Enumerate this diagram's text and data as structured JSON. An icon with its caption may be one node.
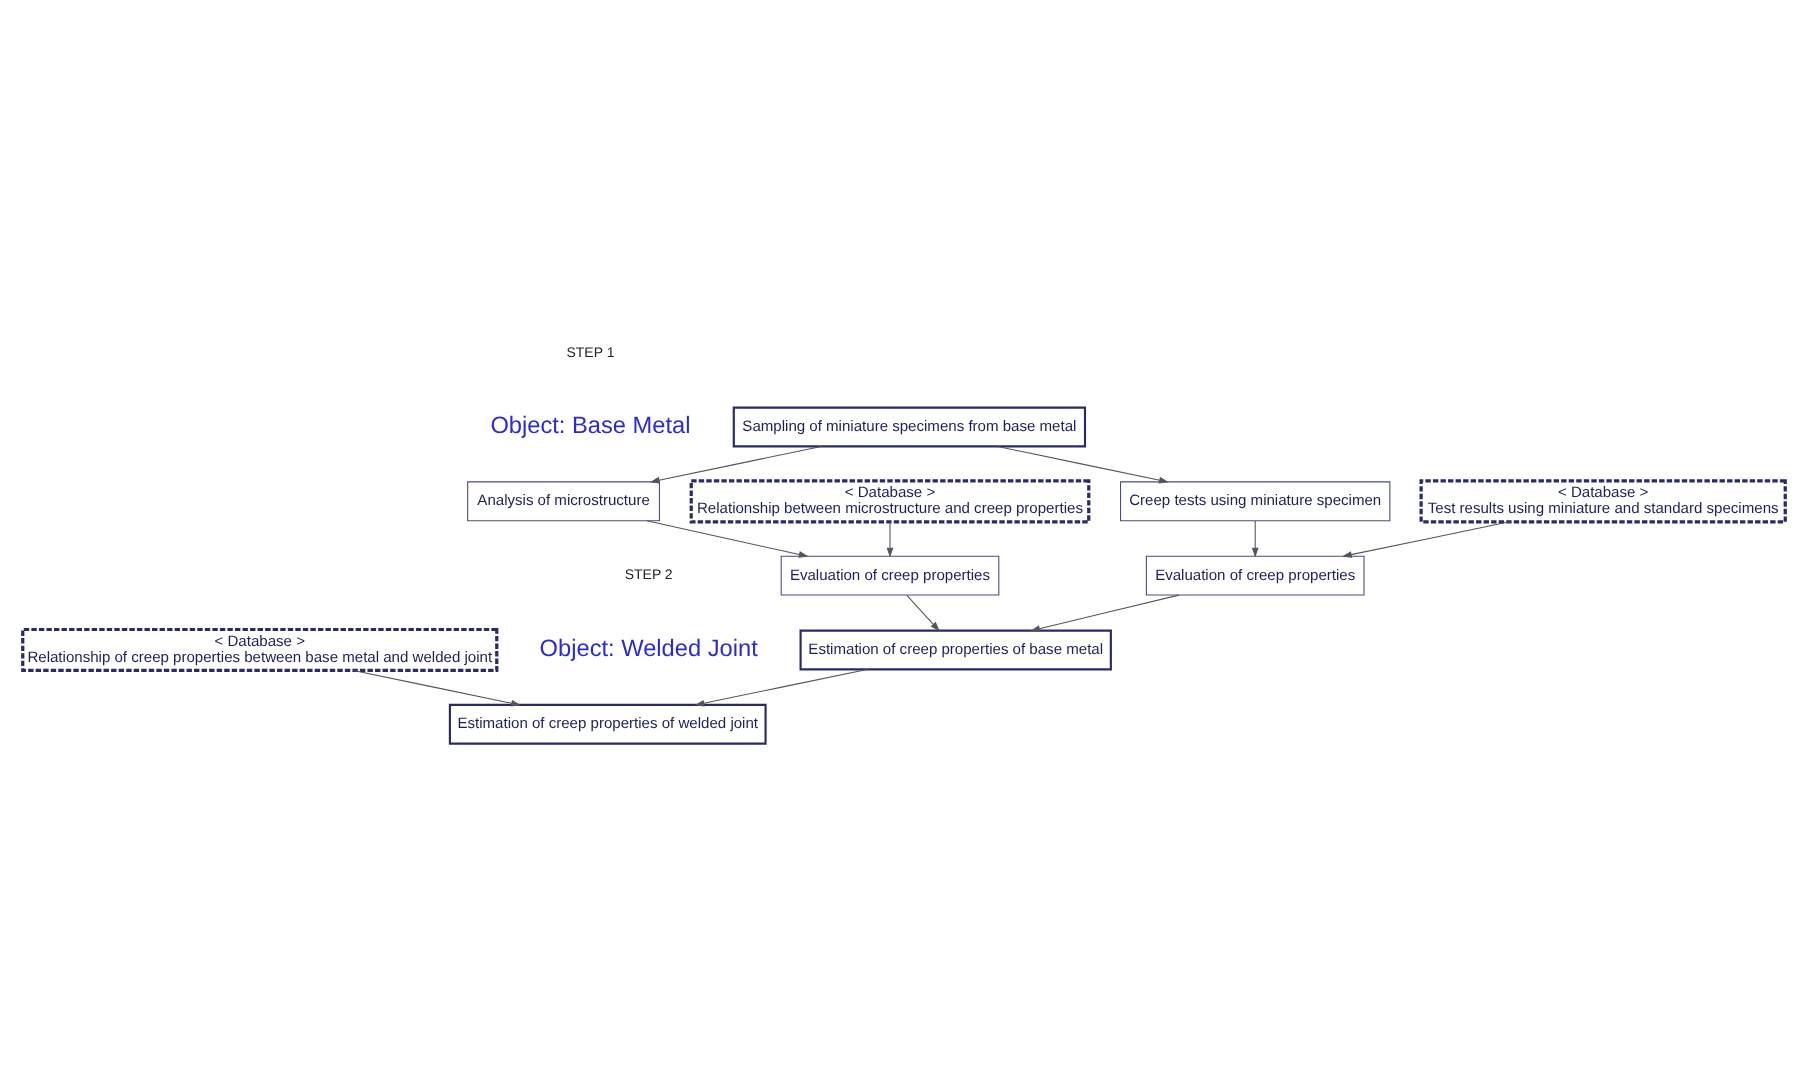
{
  "diagram": {
    "nodes": [
      {
        "text": [
          "Sampling of miniature specimens from base metal"
        ]
      },
      {
        "text": [
          "Analysis of microstructure"
        ]
      },
      {
        "text": [
          "Creep tests using miniature specimen"
        ]
      },
      {
        "text": [
          "< Database >",
          "Relationship between microstructure and creep properties"
        ]
      },
      {
        "text": [
          "< Database >",
          "Test results using miniature and standard specimens"
        ]
      },
      {
        "text": [
          "Evaluation of creep properties"
        ]
      },
      {
        "text": [
          "Evaluation of creep properties"
        ]
      },
      {
        "text": [
          "Estimation of creep properties of base metal"
        ]
      },
      {
        "text": [
          "< Database >",
          "Relationship of creep properties between base metal and welded joint"
        ]
      },
      {
        "text": [
          "Estimation of creep properties of welded joint"
        ]
      }
    ],
    "edges": [
      {
        "from": 0,
        "to": 1,
        "arrow": "to"
      },
      {
        "from": 0,
        "to": 2,
        "arrow": "to"
      },
      {
        "from": 1,
        "to": 5,
        "arrow": "to"
      },
      {
        "from": 3,
        "to": 5,
        "arrow": "to"
      },
      {
        "from": 2,
        "to": 6,
        "arrow": "to"
      },
      {
        "from": 4,
        "to": 6,
        "arrow": "to"
      },
      {
        "from": 5,
        "to": 7,
        "arrow": "to"
      },
      {
        "from": 6,
        "to": 7,
        "arrow": "to"
      },
      {
        "from": 7,
        "to": 9,
        "arrow": "to"
      },
      {
        "from": 8,
        "to": 9,
        "arrow": "to"
      }
    ],
    "labels": [
      "STEP 1",
      "Object: Base Metal",
      "STEP 2",
      "Object: Welded Joint"
    ]
  }
}
